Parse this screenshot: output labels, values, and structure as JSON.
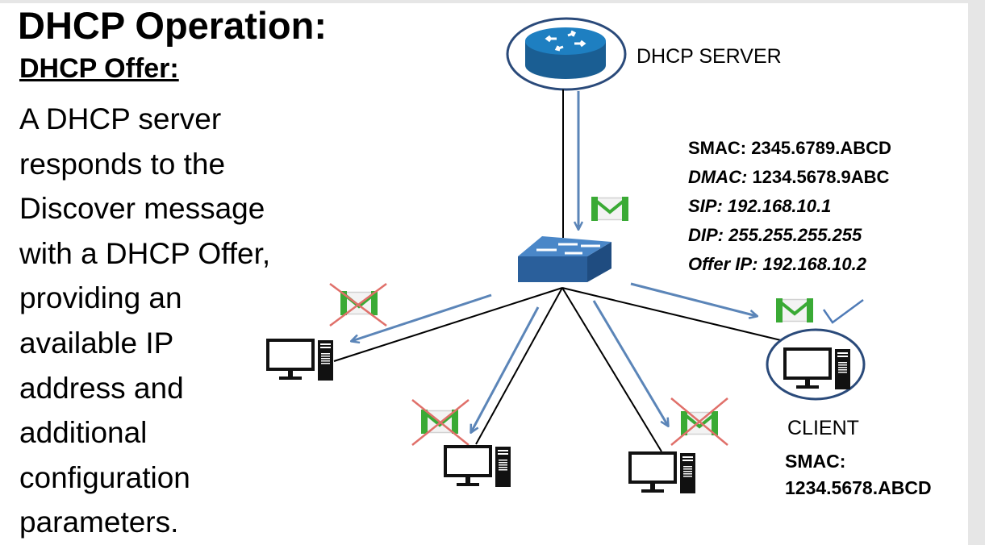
{
  "title": "DHCP Operation:",
  "subtitle": "DHCP Offer:",
  "body_lines": [
    "A DHCP server",
    "responds to the",
    "Discover message",
    "with a DHCP Offer,",
    "providing an",
    "available IP",
    "address and",
    "additional",
    "configuration",
    "parameters."
  ],
  "server": {
    "label": "DHCP SERVER"
  },
  "frame_info": {
    "smac": {
      "key": "SMAC:",
      "value": " 2345.6789.ABCD"
    },
    "dmac": {
      "key": "DMAC:",
      "value": " 1234.5678.9ABC"
    },
    "sip": {
      "key": "SIP:",
      "value": " 192.168.10.1"
    },
    "dip": {
      "key": "DIP:",
      "value": " 255.255.255.255"
    },
    "offer_ip": {
      "key": "Offer IP:",
      "value": " 192.168.10.2"
    }
  },
  "client": {
    "label": "CLIENT",
    "smac_label": "SMAC:",
    "smac_value": "1234.5678.ABCD"
  },
  "icons": [
    "router-icon",
    "switch-icon",
    "computer-icon",
    "envelope-icon",
    "cross-mark-icon",
    "check-mark-icon"
  ],
  "colors": {
    "router_fill": "#1e7fc1",
    "switch_fill": "#2f67a8",
    "arrow": "#5b85b8",
    "envelope_green": "#3aaa35",
    "cross_red": "#e0706a",
    "highlight_ring": "#2a4a7a"
  }
}
